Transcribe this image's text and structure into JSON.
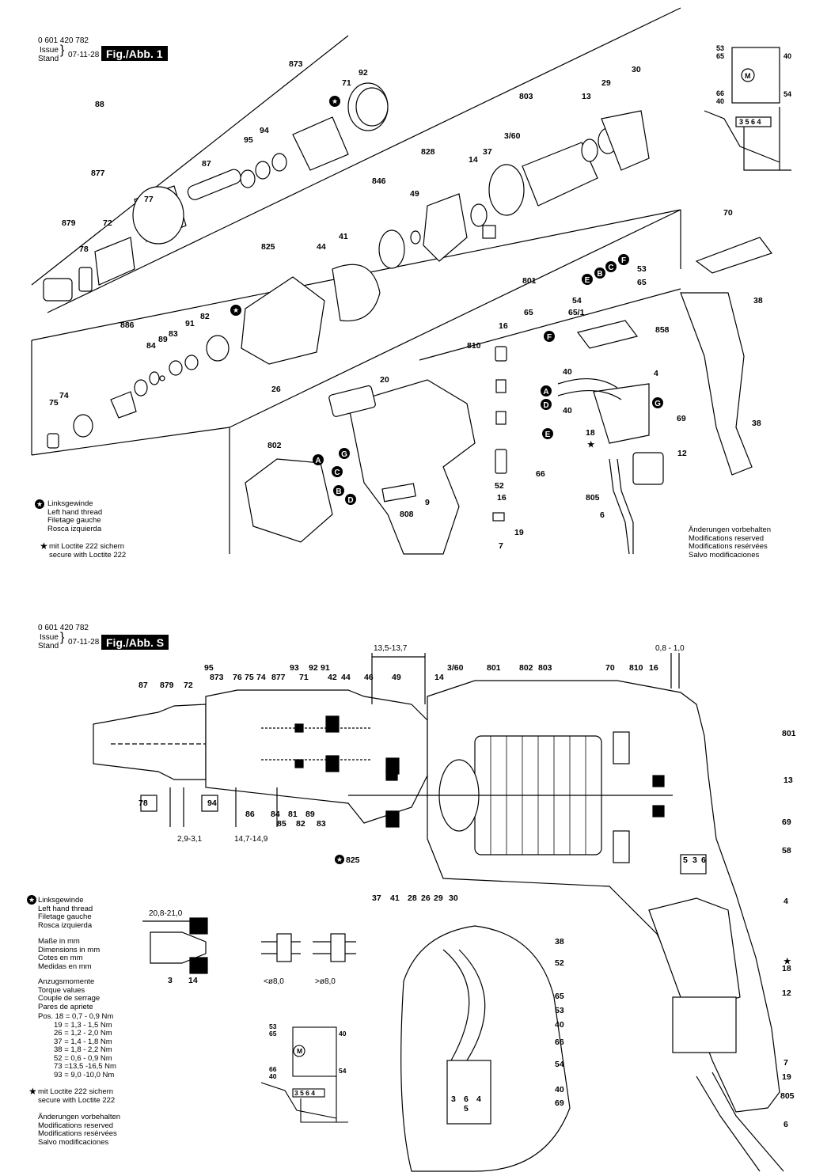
{
  "sheet1": {
    "part_number": "0 601 420 782",
    "issue_label": "Issue",
    "stand_label": "Stand",
    "date": "07-11-28",
    "figure_label": "Fig./Abb. 1",
    "part_callouts": [
      "88",
      "877",
      "879",
      "72",
      "78",
      "77",
      "87",
      "95",
      "94",
      "873",
      "71",
      "92",
      "846",
      "49",
      "828",
      "37",
      "14",
      "803",
      "3/60",
      "13",
      "29",
      "30",
      "825",
      "44",
      "41",
      "886",
      "84",
      "89",
      "83",
      "91",
      "82",
      "75",
      "74",
      "26",
      "20",
      "801",
      "16",
      "65",
      "810",
      "802",
      "808",
      "9",
      "52",
      "66",
      "16",
      "7",
      "19",
      "53",
      "65",
      "54",
      "65/1",
      "858",
      "38",
      "70",
      "40",
      "40",
      "4",
      "18",
      "69",
      "12",
      "805",
      "6",
      "38"
    ],
    "connector_letters": [
      "A",
      "B",
      "C",
      "D",
      "E",
      "F",
      "G"
    ],
    "legend_left_hand": [
      "Linksgewinde",
      "Left hand thread",
      "Filetage gauche",
      "Rosca izquierda"
    ],
    "legend_loctite": [
      "mit Loctite 222 sichern",
      "secure with Loctite 222"
    ],
    "changes_note": [
      "Änderungen vorbehalten",
      "Modifications reserved",
      "Modifications resérvées",
      "Salvo modificaciones"
    ],
    "wiring": {
      "terminals": [
        "3",
        "5",
        "6",
        "4"
      ],
      "labels": [
        "53",
        "65",
        "66",
        "40",
        "40",
        "54"
      ],
      "motor": "M"
    }
  },
  "sheet2": {
    "part_number": "0 601 420 782",
    "issue_label": "Issue",
    "stand_label": "Stand",
    "date": "07-11-28",
    "figure_label": "Fig./Abb. S",
    "top_callouts": [
      "87",
      "879",
      "72",
      "95",
      "873",
      "76",
      "75",
      "74",
      "877",
      "93",
      "71",
      "92",
      "91",
      "42",
      "44",
      "46",
      "49",
      "14",
      "3/60",
      "801",
      "802",
      "803",
      "70",
      "810",
      "16"
    ],
    "right_callouts": [
      "801",
      "13",
      "69",
      "58",
      "4",
      "18",
      "12",
      "7",
      "19",
      "805",
      "6"
    ],
    "bottom_callouts": [
      "78",
      "94",
      "86",
      "84",
      "85",
      "81",
      "82",
      "89",
      "83",
      "825",
      "37",
      "41",
      "28",
      "26",
      "29",
      "30"
    ],
    "dimensions": [
      "13,5-13,7",
      "0,8 - 1,0",
      "2,9-3,1",
      "14,7-14,9",
      "20,8-21,0",
      "<ø8,0",
      ">ø8,0"
    ],
    "detail_labels": [
      "3",
      "14"
    ],
    "handle_callouts": [
      "38",
      "52",
      "65",
      "53",
      "40",
      "66",
      "54",
      "40",
      "69"
    ],
    "handle_terminals": [
      "3",
      "6",
      "4",
      "5"
    ],
    "legend_left_hand": [
      "Linksgewinde",
      "Left hand thread",
      "Filetage gauche",
      "Rosca izquierda"
    ],
    "legend_units": [
      "Maße in mm",
      "Dimensions in mm",
      "Cotes en mm",
      "Medidas en mm"
    ],
    "legend_torque": [
      "Anzugsmomente",
      "Torque values",
      "Couple de serrage",
      "Pares de apriete"
    ],
    "torque_values": [
      "Pos. 18 =  0,7 -  0,9 Nm",
      "19 =  1,3 -  1,5 Nm",
      "26 =  1,2 -  2,0 Nm",
      "37 =  1,4 -  1,8 Nm",
      "38 =  1,8 -  2,2 Nm",
      "52 =  0,6 -  0,9 Nm",
      "73 =13,5 -16,5 Nm",
      "93 =  9,0 -10,0 Nm"
    ],
    "legend_loctite": [
      "mit Loctite 222 sichern",
      "secure with Loctite 222"
    ],
    "changes_note": [
      "Änderungen vorbehalten",
      "Modifications reserved",
      "Modifications resérvées",
      "Salvo modificaciones"
    ]
  }
}
